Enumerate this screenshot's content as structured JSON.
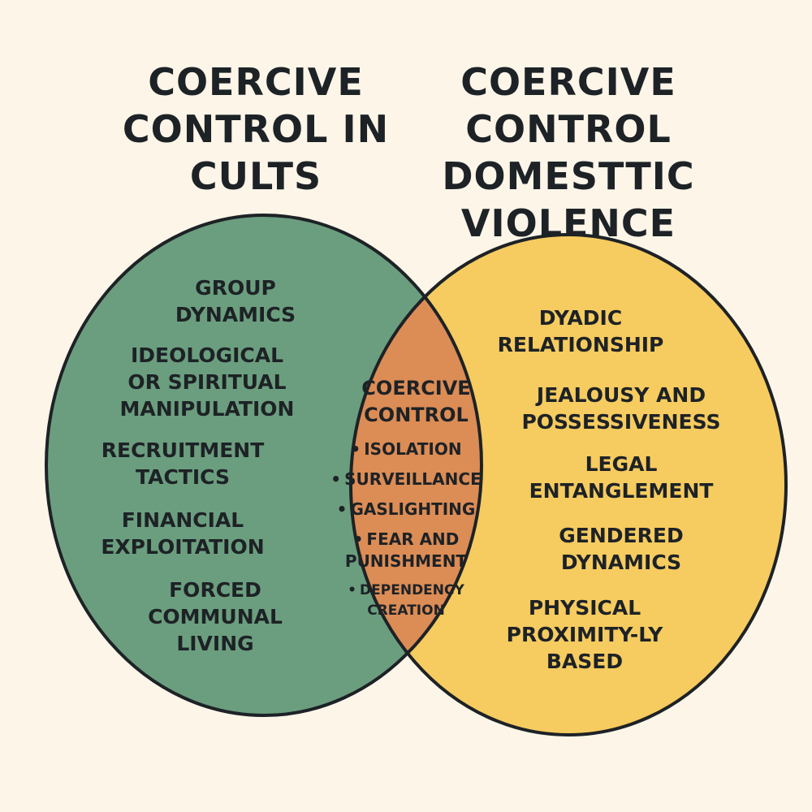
{
  "titles": {
    "left": [
      "COERCIVE",
      "CONTROL IN",
      "CULTS"
    ],
    "right": [
      "COERCIVE",
      "CONTROL",
      "DOMESTTIC",
      "VIOLENCE"
    ]
  },
  "colors": {
    "background": "#fcf5e8",
    "left_circle": "#6b9e7e",
    "right_circle": "#f6cb5f",
    "intersection": "#dc8c55",
    "outline": "#1d2226",
    "text": "#1d2226"
  },
  "left_items": [
    [
      "GROUP",
      "DYNAMICS"
    ],
    [
      "IDEOLOGICAL",
      "OR SPIRITUAL",
      "MANIPULATION"
    ],
    [
      "RECRUITMENT",
      "TACTICS"
    ],
    [
      "FINANCIAL",
      "EXPLOITATION"
    ],
    [
      "FORCED",
      "COMMUNAL",
      "LIVING"
    ]
  ],
  "center": {
    "title": [
      "COERCIVE",
      "CONTROL"
    ],
    "bullet": "•",
    "items": [
      [
        "ISOLATION"
      ],
      [
        "SURVEILLANCE"
      ],
      [
        "GASLIGHTING"
      ],
      [
        "FEAR AND",
        "PUNISHMENT"
      ],
      [
        "DEPENDENCY",
        "CREATION"
      ]
    ]
  },
  "right_items": [
    [
      "DYADIC",
      "RELATIONSHIP"
    ],
    [
      "JEALOUSY AND",
      "POSSESSIVENESS"
    ],
    [
      "LEGAL",
      "ENTANGLEMENT"
    ],
    [
      "GENDERED",
      "DYNAMICS"
    ],
    [
      "PHYSICAL",
      "PROXIMITY-LY",
      "BASED"
    ]
  ]
}
